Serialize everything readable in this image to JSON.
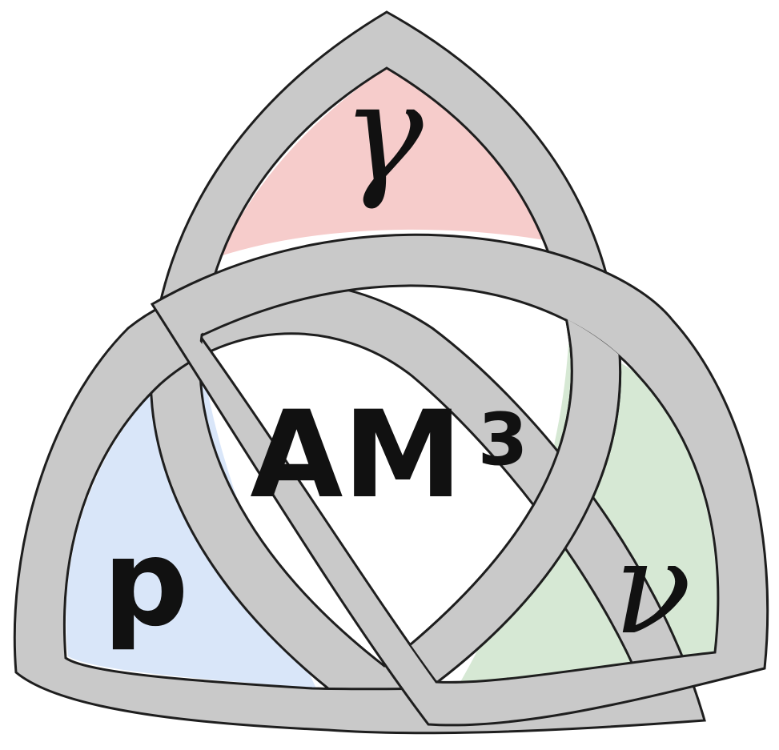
{
  "logo": {
    "labels": {
      "top": "γ",
      "left": "p",
      "right": "ν",
      "center_main": "AM",
      "center_sup": "3"
    },
    "colors": {
      "top_lobe": "#f6cccb",
      "left_lobe": "#d9e6f9",
      "right_lobe": "#d6e8d4",
      "ring": "#c9c9c9",
      "outline": "#1e1e1e",
      "center": "#ffffff"
    }
  }
}
